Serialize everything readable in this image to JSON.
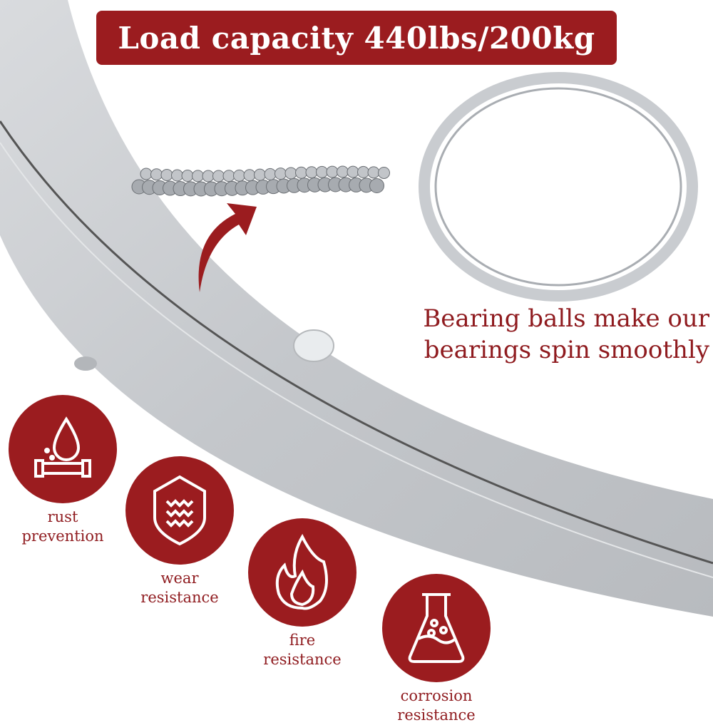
{
  "banner": {
    "text": "Load capacity 440lbs/200kg"
  },
  "caption": {
    "line1": "Bearing balls make our",
    "line2": "bearings spin smoothly"
  },
  "features": [
    {
      "icon": "rust-drop-pipe-icon",
      "line1": "rust",
      "line2": "prevention"
    },
    {
      "icon": "shield-waves-icon",
      "line1": "wear",
      "line2": "resistance"
    },
    {
      "icon": "flame-icon",
      "line1": "fire",
      "line2": "resistance"
    },
    {
      "icon": "flask-icon",
      "line1": "corrosion",
      "line2": "resistance"
    }
  ],
  "colors": {
    "accent": "#9b1c1f",
    "text_accent": "#8f1b1f",
    "metal": "#c9ccd0"
  }
}
